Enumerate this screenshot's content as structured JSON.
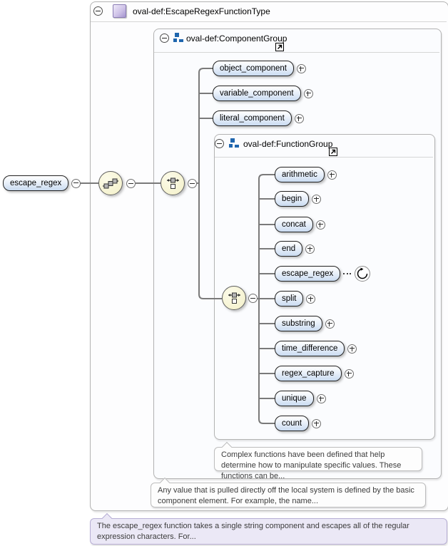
{
  "diagram": {
    "root_element": {
      "label": "escape_regex",
      "collapse_icon": "collapse-minus-icon"
    },
    "type_box": {
      "title": "oval-def:EscapeRegexFunctionType",
      "collapse_icon": "collapse-minus-icon",
      "type_icon": "complex-type-icon"
    },
    "compositors": [
      {
        "name": "sequence-compositor-icon"
      },
      {
        "name": "choice-compositor-icon"
      },
      {
        "name": "choice-compositor-icon"
      }
    ],
    "component_group": {
      "title": "oval-def:ComponentGroup",
      "collapse_icon": "collapse-minus-icon",
      "group_icon": "model-group-icon",
      "link_icon": "link-arrow-icon",
      "elements": [
        {
          "label": "object_component",
          "occurrence": "expand-plus-icon"
        },
        {
          "label": "variable_component",
          "occurrence": "expand-plus-icon"
        },
        {
          "label": "literal_component",
          "occurrence": "expand-plus-icon"
        }
      ],
      "annotation": "Any value that is pulled directly off the local system is defined by the basic component element. For example, the name..."
    },
    "function_group": {
      "title": "oval-def:FunctionGroup",
      "collapse_icon": "collapse-minus-icon",
      "group_icon": "model-group-icon",
      "link_icon": "link-arrow-icon",
      "elements": [
        {
          "label": "arithmetic",
          "occurrence": "expand-plus-icon"
        },
        {
          "label": "begin",
          "occurrence": "expand-plus-icon"
        },
        {
          "label": "concat",
          "occurrence": "expand-plus-icon"
        },
        {
          "label": "end",
          "occurrence": "expand-plus-icon"
        },
        {
          "label": "escape_regex",
          "occurrence": "recursion-icon",
          "recursive": true
        },
        {
          "label": "split",
          "occurrence": "expand-plus-icon"
        },
        {
          "label": "substring",
          "occurrence": "expand-plus-icon"
        },
        {
          "label": "time_difference",
          "occurrence": "expand-plus-icon"
        },
        {
          "label": "regex_capture",
          "occurrence": "expand-plus-icon"
        },
        {
          "label": "unique",
          "occurrence": "expand-plus-icon"
        },
        {
          "label": "count",
          "occurrence": "expand-plus-icon"
        }
      ],
      "annotation": "Complex functions have been defined that help determine how to manipulate specific values. These functions can be..."
    },
    "bottom_annotation": "The escape_regex function takes a single string component and escapes all of the regular expression characters. For..."
  },
  "colors": {
    "pill_fill_bottom": "#c9dbf1",
    "pill_border": "#222222",
    "compositor_fill": "#f3f0c8",
    "model_group_blue": "#1f66ae",
    "complex_type_purple": "#a393cf",
    "annotation_bg": "#fdfdfd",
    "bottom_annotation_bg": "#ebe8f6",
    "connector_gray": "#7a7a7a"
  }
}
